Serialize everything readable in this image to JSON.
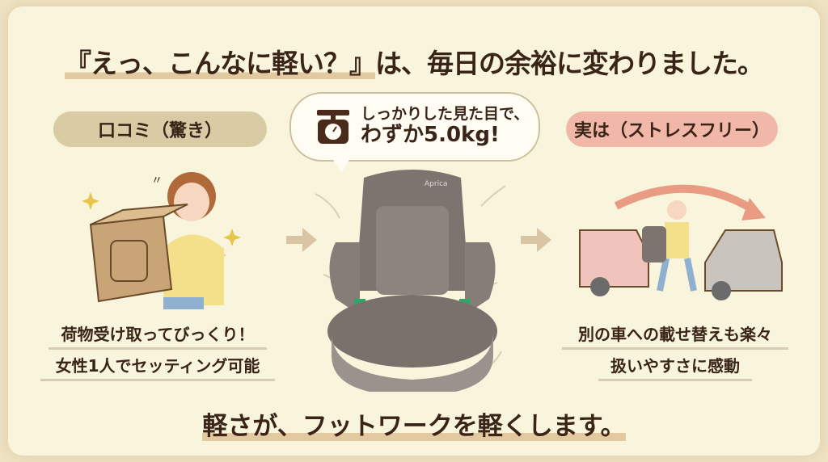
{
  "headline": {
    "highlight": "『えっ、こんなに軽い？』",
    "rest": "は、毎日の余裕に変わりました。"
  },
  "left": {
    "pill": "口コミ（驚き）",
    "captions": [
      "荷物受け取ってびっくり！",
      "女性1人でセッティング可能"
    ]
  },
  "center": {
    "bubble_line1": "しっかりした見た目で、",
    "bubble_line2": "わずか5.0kg!",
    "icon": "scale-icon",
    "seat_brand": "Aprica"
  },
  "right": {
    "pill": "実は（ストレスフリー）",
    "captions": [
      "別の車への載せ替えも楽々",
      "扱いやすさに感動"
    ]
  },
  "footer": "軽さが、フットワークを軽くします。",
  "colors": {
    "text": "#3a2418",
    "pill_left": "#d9cba3",
    "pill_right": "#f1b8aa",
    "background": "#f8f5dc"
  }
}
